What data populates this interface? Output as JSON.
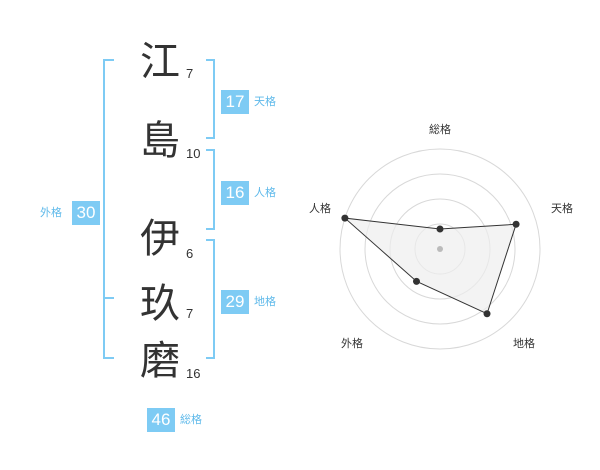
{
  "name": {
    "characters": [
      {
        "char": "江",
        "strokes": "7"
      },
      {
        "char": "島",
        "strokes": "10"
      },
      {
        "char": "伊",
        "strokes": "6"
      },
      {
        "char": "玖",
        "strokes": "7"
      },
      {
        "char": "磨",
        "strokes": "16"
      }
    ]
  },
  "fortune": {
    "tenkaku": {
      "label": "天格",
      "value": "17"
    },
    "jinkaku": {
      "label": "人格",
      "value": "16"
    },
    "chikaku": {
      "label": "地格",
      "value": "29"
    },
    "gaikaku": {
      "label": "外格",
      "value": "30"
    },
    "soukaku": {
      "label": "総格",
      "value": "46"
    }
  },
  "radar": {
    "axes": [
      "総格",
      "天格",
      "地格",
      "外格",
      "人格"
    ],
    "levels": 4,
    "values": [
      0.2,
      0.8,
      0.8,
      0.4,
      1.0
    ],
    "colors": {
      "grid": "#d8d8d8",
      "fill": "#eeeeee",
      "line": "#333333",
      "point": "#333333",
      "center": "#bbbbbb"
    }
  },
  "colors": {
    "bracket": "#7ecbf4",
    "badge": "#7ecbf4",
    "badge_label": "#5eb9ea"
  }
}
